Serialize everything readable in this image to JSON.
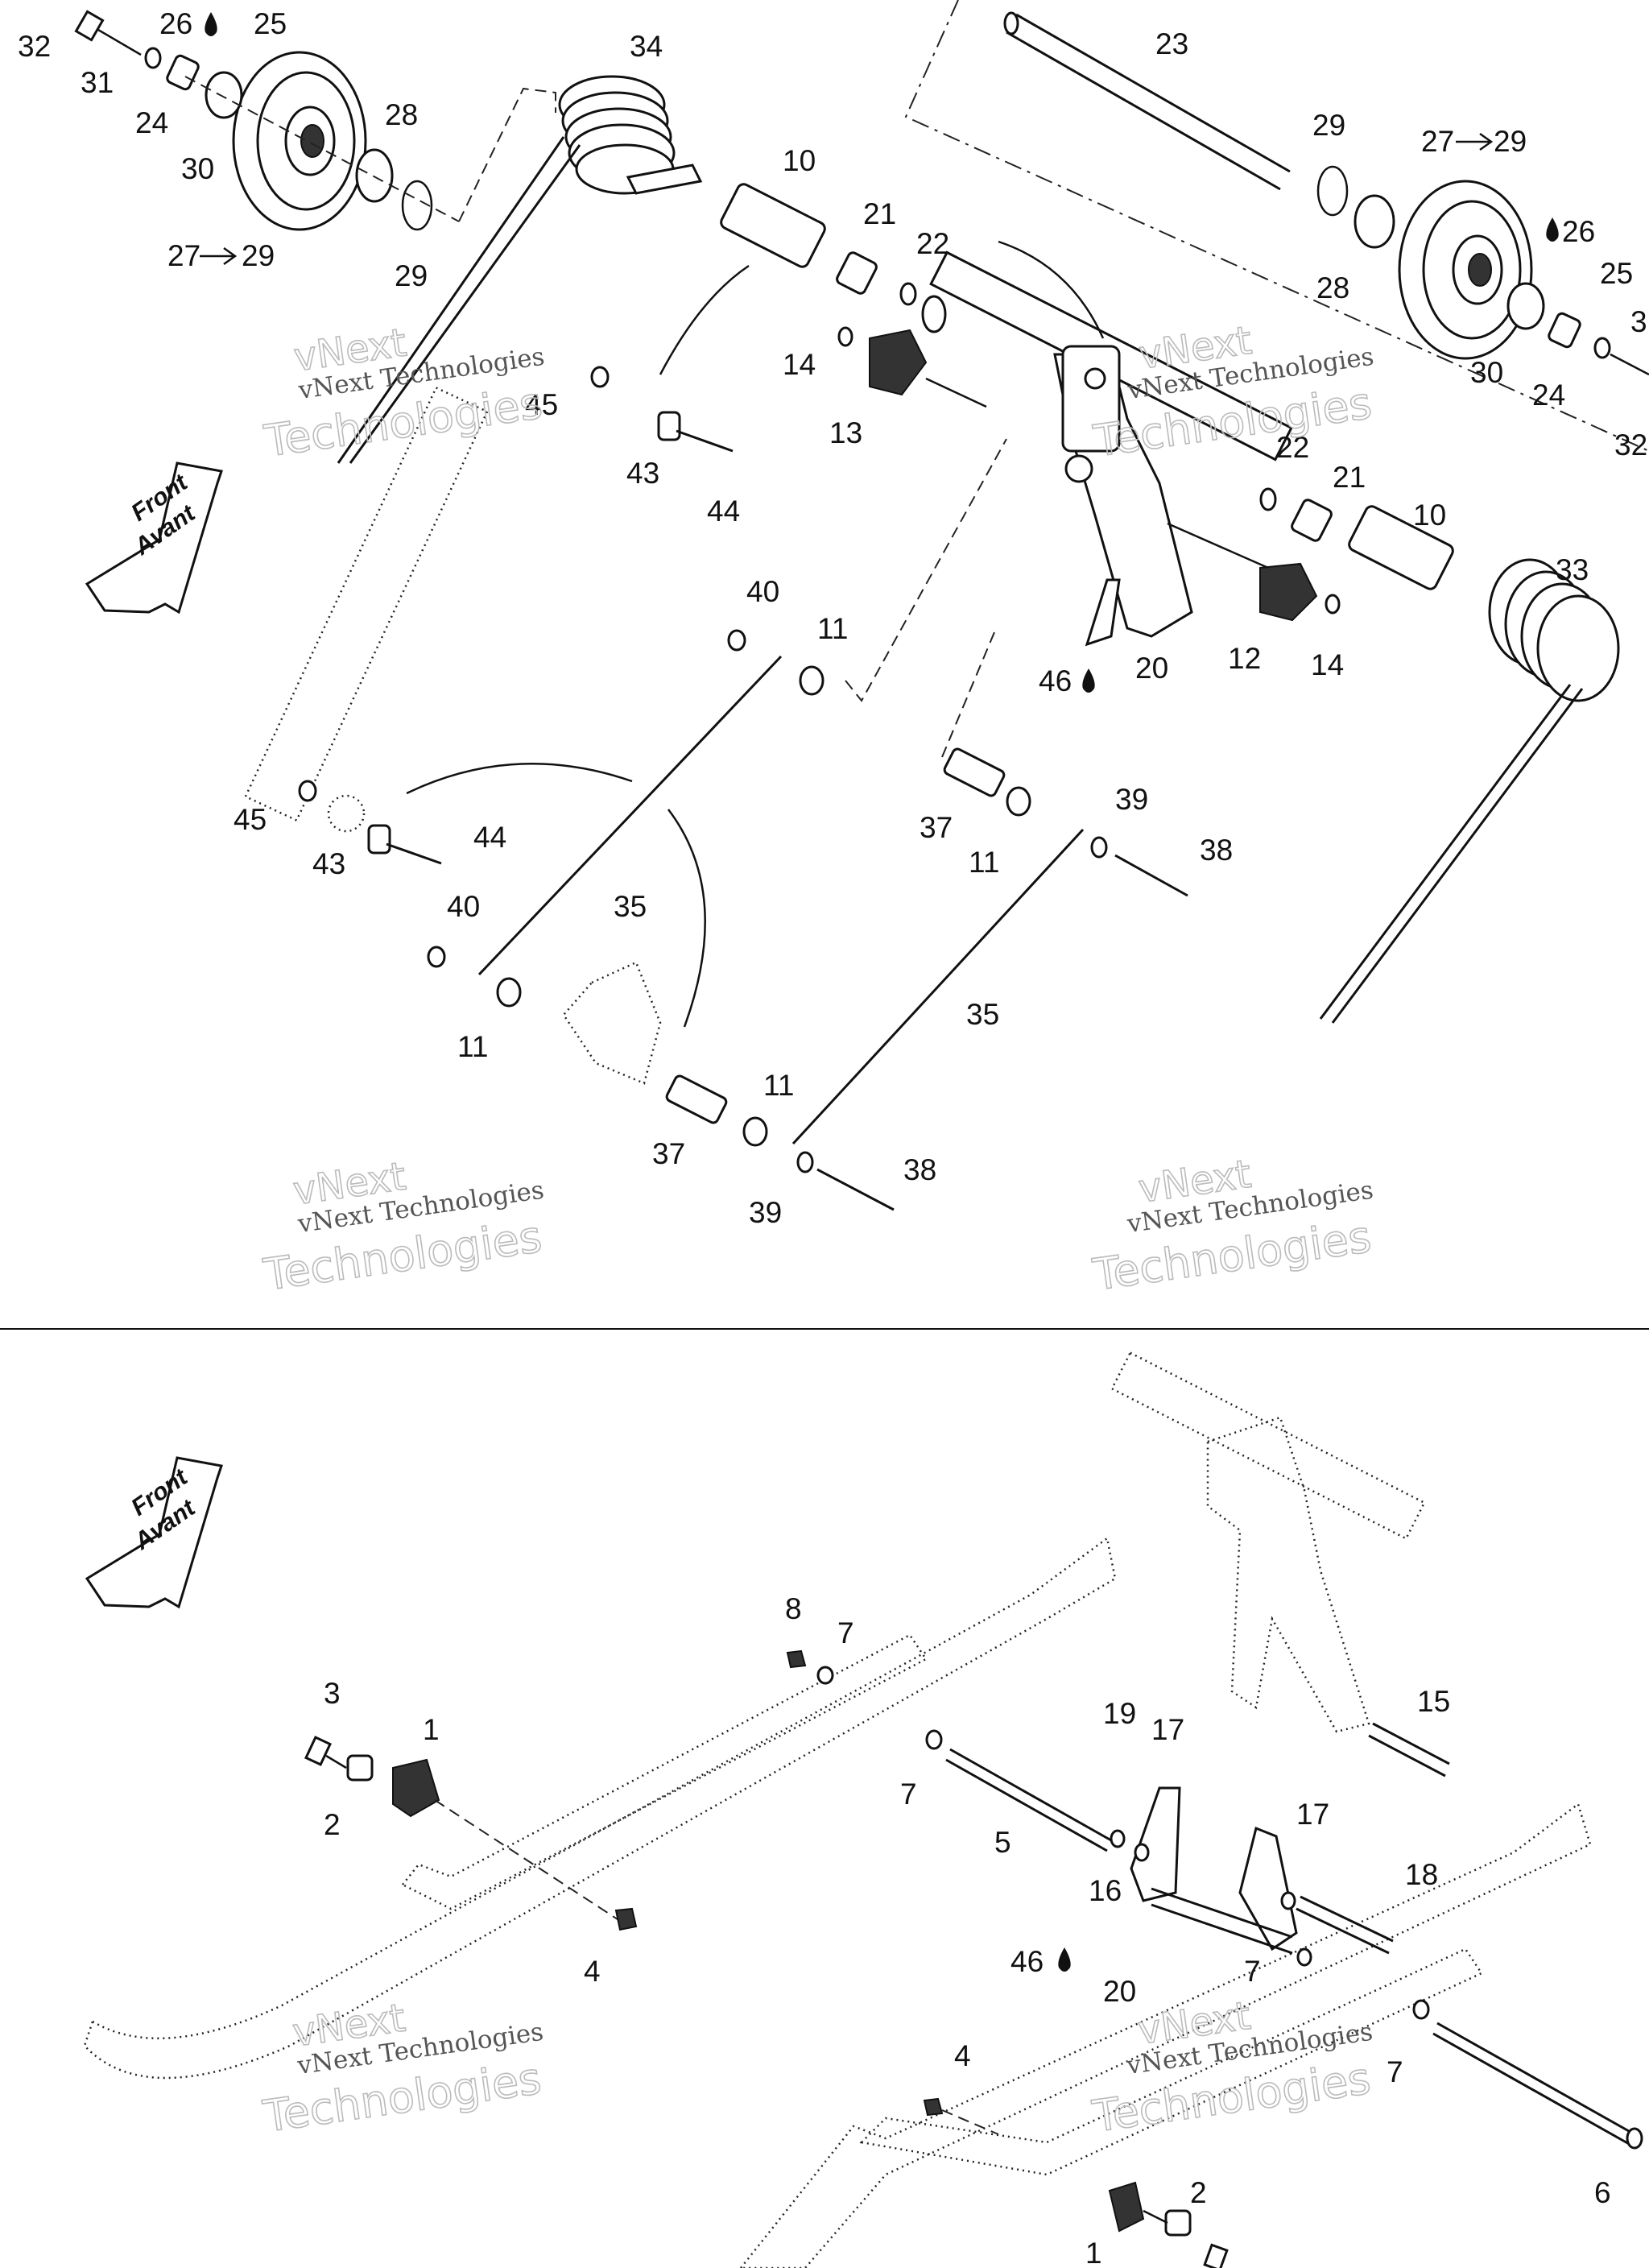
{
  "watermark": {
    "line1": "vNext Technologies",
    "line2": "Technologies",
    "line3": "vNext"
  },
  "front_arrow": {
    "line1": "Front",
    "line2": "Avant"
  },
  "top_callouts": [
    "32",
    "31",
    "24",
    "30",
    "26",
    "25",
    "28",
    "27",
    "29",
    "29",
    "34",
    "10",
    "21",
    "22",
    "14",
    "13",
    "45",
    "43",
    "44",
    "23",
    "29",
    "27",
    "29",
    "28",
    "26",
    "25",
    "30",
    "24",
    "3",
    "32",
    "22",
    "21",
    "10",
    "33",
    "40",
    "11",
    "12",
    "14",
    "46",
    "20",
    "45",
    "43",
    "44",
    "35",
    "37",
    "11",
    "39",
    "38",
    "40",
    "11",
    "35",
    "11",
    "37",
    "39",
    "38"
  ],
  "bottom_callouts": [
    "8",
    "7",
    "3",
    "1",
    "2",
    "4",
    "7",
    "5",
    "19",
    "17",
    "15",
    "16",
    "17",
    "18",
    "46",
    "20",
    "7",
    "7",
    "4",
    "2",
    "6",
    "1"
  ]
}
